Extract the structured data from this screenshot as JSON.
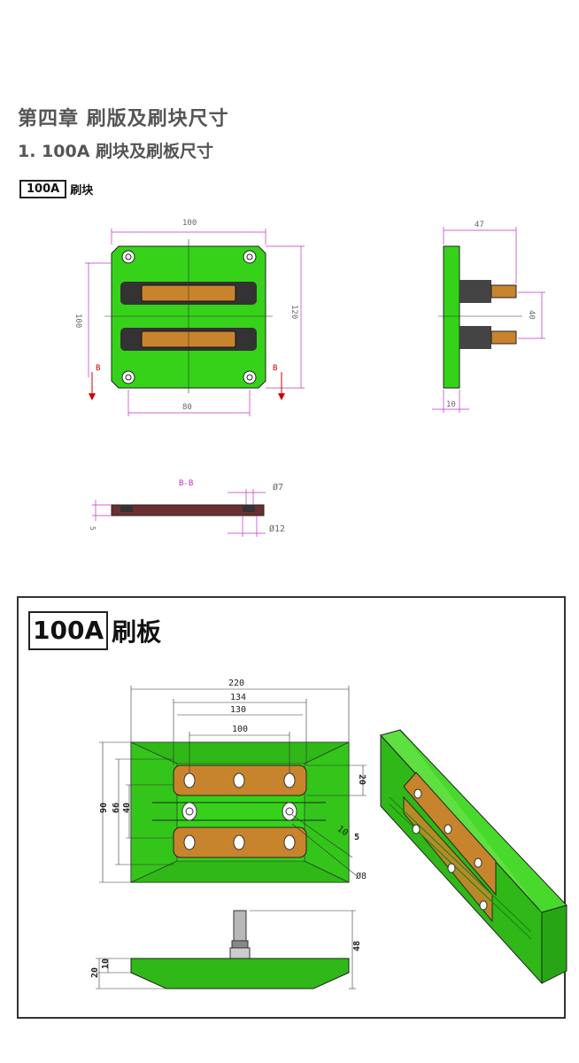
{
  "chapter_title": "第四章    刷版及刷块尺寸",
  "section_title": "1.   100A 刷块及刷板尺寸",
  "block": {
    "tag": "100A",
    "label": "刷块",
    "front_dims": {
      "top": "100",
      "left": "100",
      "right": "120",
      "bottom": "80",
      "section_marker": "B"
    },
    "side_dims": {
      "top": "47",
      "right": "40",
      "bottom": "10"
    },
    "section": {
      "title": "B-B",
      "d_small": "Ø7",
      "d_large": "Ø12",
      "thickness": "5"
    }
  },
  "plate": {
    "tag": "100A",
    "label": "刷板",
    "top_dims": [
      "220",
      "134",
      "130",
      "100"
    ],
    "left_dims": [
      "90",
      "66",
      "40"
    ],
    "right_dims": [
      "20",
      "10",
      "5",
      "Ø8"
    ],
    "side_dims": {
      "height": "48",
      "base": "20",
      "step": "10"
    }
  },
  "colors": {
    "green": "#36d21a",
    "copper": "#c8842c",
    "dim": "#c030c0"
  }
}
